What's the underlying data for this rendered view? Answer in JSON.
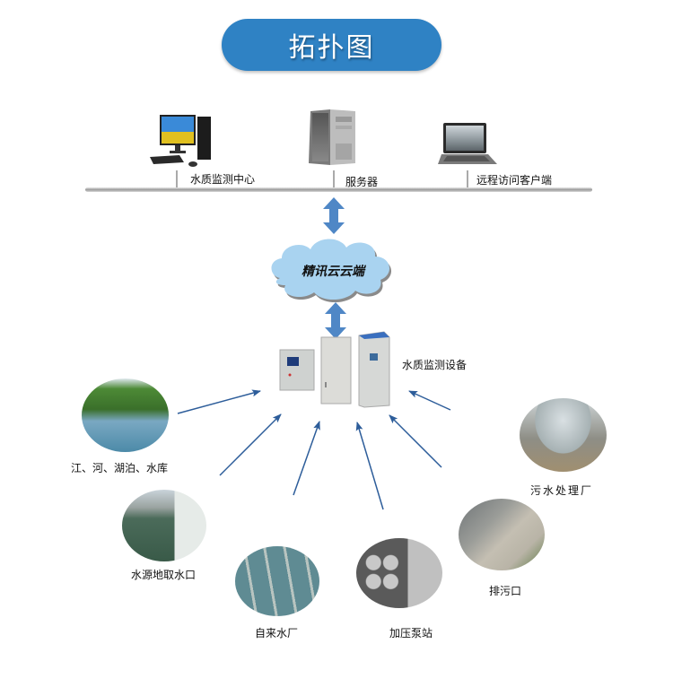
{
  "title": "拓扑图",
  "top_devices": [
    {
      "icon": "desktop-computer-icon",
      "label": "水质监测中心"
    },
    {
      "icon": "server-icon",
      "label": "服务器"
    },
    {
      "icon": "laptop-icon",
      "label": "远程访问客户端"
    }
  ],
  "cloud": {
    "icon": "cloud-icon",
    "label": "精讯云云端"
  },
  "monitor_equipment": {
    "icon": "control-cabinet-icon",
    "label": "水质监测设备"
  },
  "sources": [
    {
      "icon": "river-lake-photo",
      "label": "江、河、湖泊、水库"
    },
    {
      "icon": "water-intake-photo",
      "label": "水源地取水口"
    },
    {
      "icon": "waterworks-photo",
      "label": "自来水厂"
    },
    {
      "icon": "pump-station-photo",
      "label": "加压泵站"
    },
    {
      "icon": "sewage-outlet-photo",
      "label": "排污口"
    },
    {
      "icon": "sewage-plant-photo",
      "label": "污水处理厂"
    }
  ],
  "colors": {
    "title_bg": "#2f82c4",
    "arrow": "#2d5d9a",
    "bidir_arrow": "#4f87c6",
    "cloud_fill": "#a9d3f0"
  }
}
